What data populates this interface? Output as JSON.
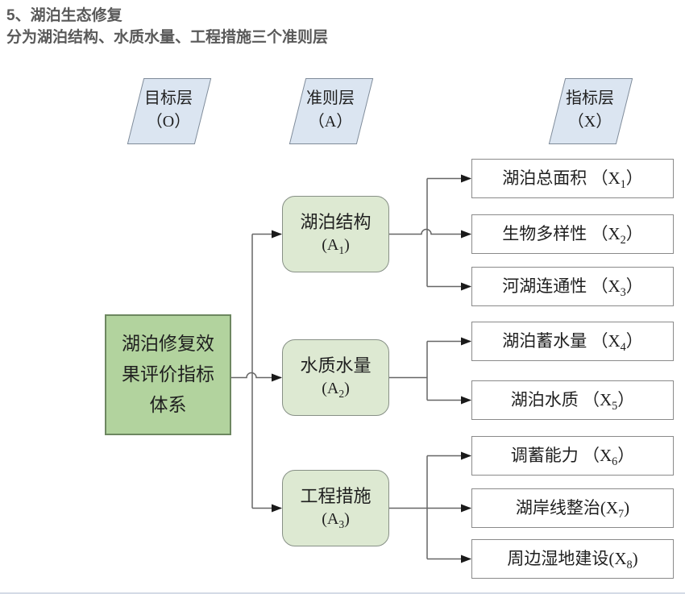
{
  "page": {
    "title_line1": "5、湖泊生态修复",
    "title_line2": "分为湖泊结构、水质水量、工程措施三个准则层"
  },
  "layers": [
    {
      "title": "目标层",
      "code": "（O）"
    },
    {
      "title": "准则层",
      "code": "（A）"
    },
    {
      "title": "指标层",
      "code": "（X）"
    }
  ],
  "goal": {
    "label": "湖泊修复效\n果评价指标\n体系"
  },
  "criteria": [
    {
      "title": "湖泊结构",
      "pre": "(A",
      "sub": "1",
      "post": ")"
    },
    {
      "title": "水质水量",
      "pre": "(A",
      "sub": "2",
      "post": ")"
    },
    {
      "title": "工程措施",
      "pre": "(A",
      "sub": "3",
      "post": ")"
    }
  ],
  "indicators": [
    {
      "pre": "湖泊总面积 （X",
      "sub": "1",
      "post": "）"
    },
    {
      "pre": "生物多样性 （X",
      "sub": "2",
      "post": "）"
    },
    {
      "pre": "河湖连通性 （X",
      "sub": "3",
      "post": "）"
    },
    {
      "pre": "湖泊蓄水量 （X",
      "sub": "4",
      "post": "）"
    },
    {
      "pre": "湖泊水质 （X",
      "sub": "5",
      "post": "）"
    },
    {
      "pre": "调蓄能力 （X",
      "sub": "6",
      "post": "）"
    },
    {
      "pre": "湖岸线整治(X",
      "sub": "7",
      "post": ")"
    },
    {
      "pre": "周边湿地建设(X",
      "sub": "8",
      "post": ")"
    }
  ],
  "colors": {
    "title_text": "#595959",
    "layer_fill": "#dbe5f1",
    "goal_fill": "#b2d39e",
    "goal_border": "#6d8760",
    "criterion_fill": "#dde9d2",
    "indicator_fill": "#ffffff",
    "box_border": "#8a8a8a",
    "connector_line": "#666666",
    "arrowhead": "#1a1a1a"
  }
}
